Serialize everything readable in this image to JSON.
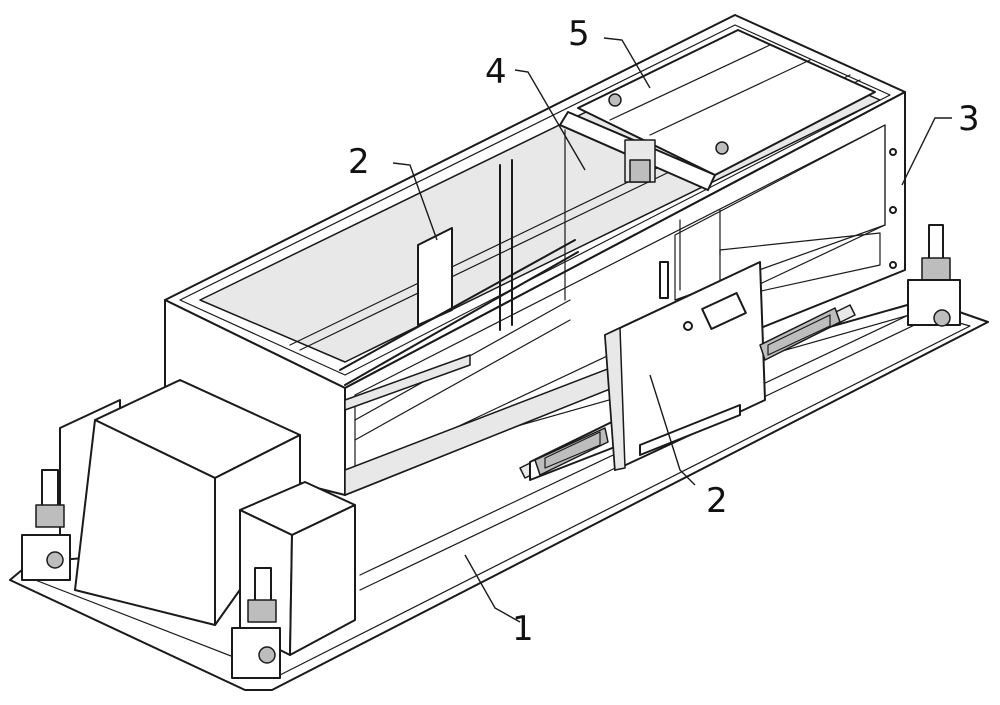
{
  "callouts": [
    {
      "id": "base",
      "label": "1"
    },
    {
      "id": "guide-upper",
      "label": "2"
    },
    {
      "id": "guide-lower",
      "label": "2"
    },
    {
      "id": "frame",
      "label": "3"
    },
    {
      "id": "inner-panel",
      "label": "4"
    },
    {
      "id": "top-plate",
      "label": "5"
    }
  ]
}
